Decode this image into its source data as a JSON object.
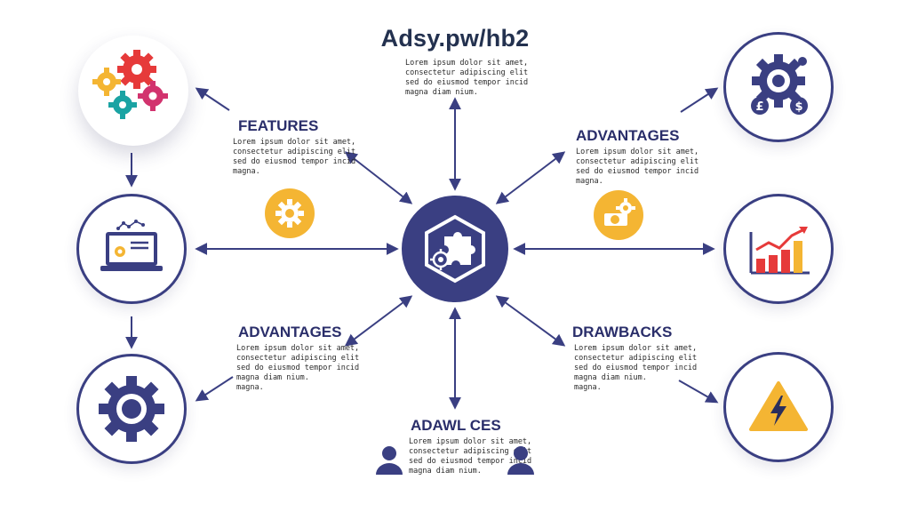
{
  "header": {
    "title": "Adsy.pw/hb2",
    "body": "Lorem ipsum dolor sit amet,\nconsectetur adipiscing elit\nsed do eiusmod tempor incid\nmagna diam nium."
  },
  "features": {
    "heading": "FEATURES",
    "body": "Lorem ipsum dolor sit amet,\nconsectetur adipiscing elit\nsed do eiusmod tempor incid\nmagna."
  },
  "advantages_top": {
    "heading": "ADVANTAGES",
    "body": "Lorem ipsum dolor sit amet,\nconsectetur adipiscing elit\nsed do eiusmod tempor incid\nmagna."
  },
  "advantages_bottom": {
    "heading": "ADVANTAGES",
    "body": "Lorem ipsum dolor sit amet,\nconsectetur adipiscing elit\nsed do eiusmod tempor incid\nmagna diam nium.\nmagna."
  },
  "drawbacks": {
    "heading": "DRAWBACKS",
    "body": "Lorem ipsum dolor sit amet,\nconsectetur adipiscing elit\nsed do eiusmod tempor incid\nmagna diam nium.\nmagna."
  },
  "bottom": {
    "heading": "ADAWL CES",
    "body": "Lorem ipsum dolor sit amet,\nconsectetur adipiscing elit\nsed do eiusmod tempor incid\nmagna diam nium."
  },
  "colors": {
    "navy": "#3a3f82",
    "gold": "#f4b533",
    "red": "#e63a3a",
    "teal": "#1aa3a3",
    "magenta": "#d2336e"
  },
  "icons": [
    "colored-gears-icon",
    "laptop-gear-icon",
    "gear-icon",
    "puzzle-gear-icon",
    "gear-currency-icon",
    "rising-bar-chart-icon",
    "warning-lightning-icon",
    "person-icon"
  ]
}
